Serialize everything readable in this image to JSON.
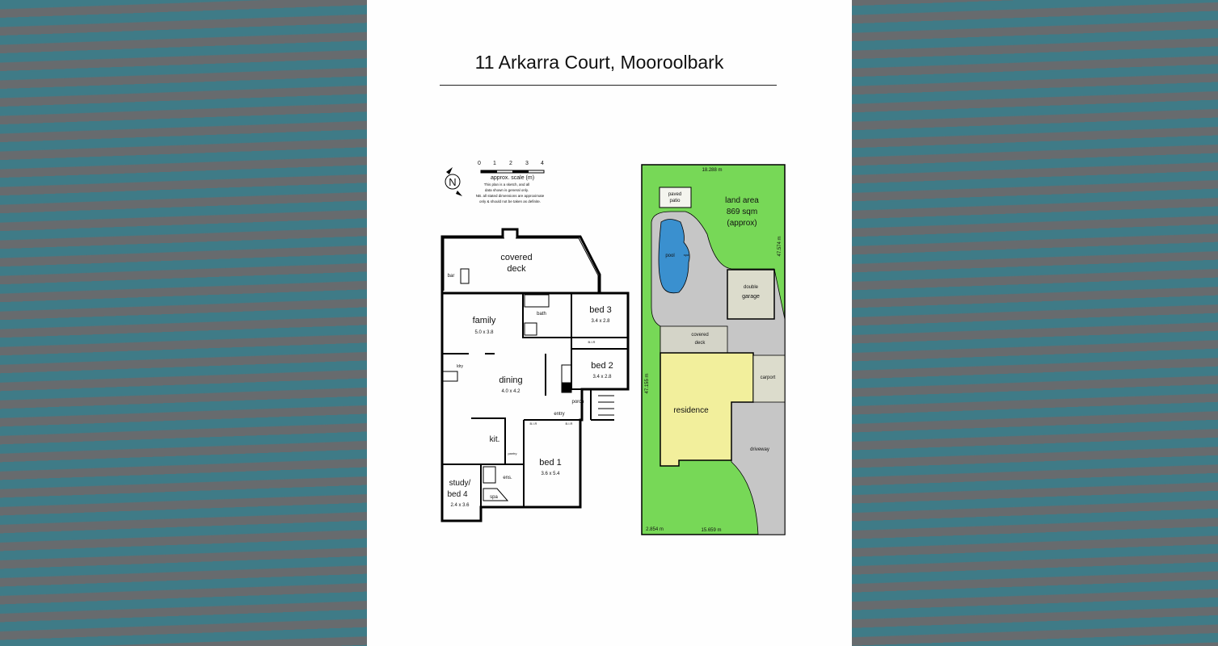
{
  "title": "11 Arkarra Court, Mooroolbark",
  "legend": {
    "scale_ticks": [
      "0",
      "1",
      "2",
      "3",
      "4"
    ],
    "scale_label": "approx. scale (m)",
    "disclaimer": [
      "This plan is a sketch, and all",
      "data shown is general only.",
      "NB. all stated dimensions are approximate",
      "only & should not be taken as definite."
    ],
    "north_label": "N"
  },
  "floor_plan": {
    "rooms": [
      {
        "name": "covered",
        "dims": ""
      },
      {
        "name": "deck",
        "dims": ""
      },
      {
        "name": "bar",
        "dims": ""
      },
      {
        "name": "family",
        "dims": "5.0 x 3.8"
      },
      {
        "name": "bath",
        "dims": ""
      },
      {
        "name": "bed 3",
        "dims": "3.4 x 2.8"
      },
      {
        "name": "bed 2",
        "dims": "3.4 x 2.8"
      },
      {
        "name": "dining",
        "dims": "4.0 x 4.2"
      },
      {
        "name": "ldry",
        "dims": ""
      },
      {
        "name": "porch",
        "dims": ""
      },
      {
        "name": "entry",
        "dims": ""
      },
      {
        "name": "kit.",
        "dims": ""
      },
      {
        "name": "pantry",
        "dims": ""
      },
      {
        "name": "bed 1",
        "dims": "3.6 x 5.4"
      },
      {
        "name": "ens.",
        "dims": ""
      },
      {
        "name": "spa",
        "dims": ""
      },
      {
        "name": "study/",
        "dims": ""
      },
      {
        "name": "bed 4",
        "dims": "2.4 x 3.6"
      }
    ],
    "robe_label": "B.I.R"
  },
  "site_plan": {
    "land_area": [
      "land area",
      "869 sqm",
      "(approx)"
    ],
    "labels": {
      "patio1": "paved",
      "patio2": "patio",
      "pool": "pool",
      "spa": "spa",
      "garage1": "double",
      "garage2": "garage",
      "deck1": "covered",
      "deck2": "deck",
      "carport": "carport",
      "residence": "residence",
      "driveway": "driveway"
    },
    "dimensions": {
      "top": "18.288 m",
      "right": "47.574 m",
      "left": "47.155 m",
      "bottom": "15.659 m",
      "bottom_left": "2.854 m"
    },
    "colors": {
      "lawn": "#77d857",
      "paving": "#c6c6c6",
      "residence": "#f2ef9c",
      "pool": "#3a90cf",
      "structure": "#dcdccc"
    }
  }
}
